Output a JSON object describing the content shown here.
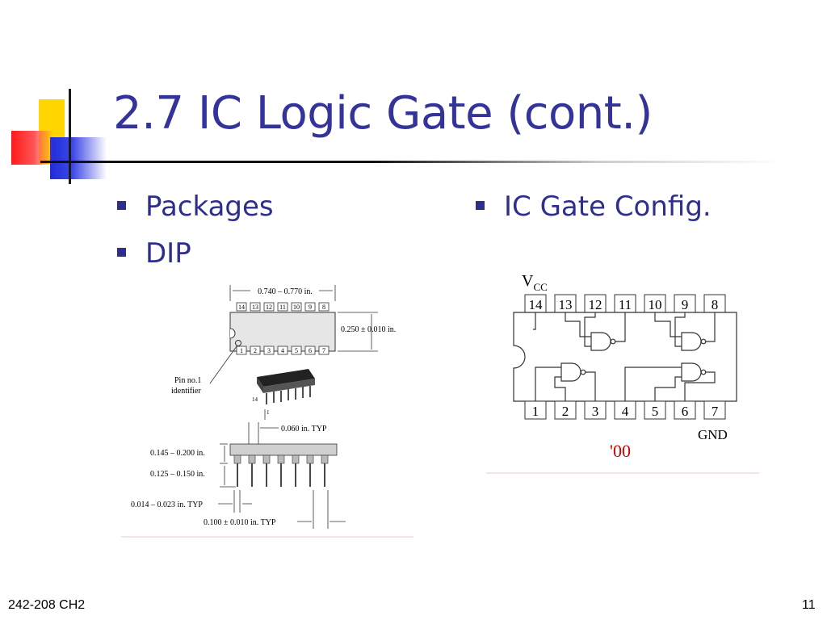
{
  "slide": {
    "title": "2.7 IC Logic Gate (cont.)",
    "left_bullets": [
      "Packages",
      "DIP"
    ],
    "right_bullets": [
      "IC Gate Config."
    ],
    "footer_left": "242-208 CH2",
    "footer_right": "11"
  },
  "dip_figure": {
    "top_pins": [
      "14",
      "13",
      "12",
      "11",
      "10",
      "9",
      "8"
    ],
    "bottom_pins": [
      "1",
      "2",
      "3",
      "4",
      "5",
      "6",
      "7"
    ],
    "length_dim": "0.740 – 0.770 in.",
    "width_dim": "0.250 ± 0.010 in.",
    "pin1_label_line1": "Pin no.1",
    "pin1_label_line2": "identifier",
    "chip_pin14": "14",
    "chip_pin1": "1",
    "pin_width_dim": "0.060 in. TYP",
    "height_dim": "0.145 – 0.200 in.",
    "lead_dim": "0.125 – 0.150 in.",
    "lead_thickness_dim": "0.014 – 0.023 in. TYP",
    "pitch_dim": "0.100 ± 0.010 in. TYP"
  },
  "gate_figure": {
    "vcc_main": "V",
    "vcc_sub": "CC",
    "top_pins": [
      "14",
      "13",
      "12",
      "11",
      "10",
      "9",
      "8"
    ],
    "bottom_pins": [
      "1",
      "2",
      "3",
      "4",
      "5",
      "6",
      "7"
    ],
    "gnd_label": "GND",
    "part_label": "'00"
  },
  "colors": {
    "title": "#333399",
    "bullet": "#2e2e8c",
    "part_label": "#cc0000"
  }
}
